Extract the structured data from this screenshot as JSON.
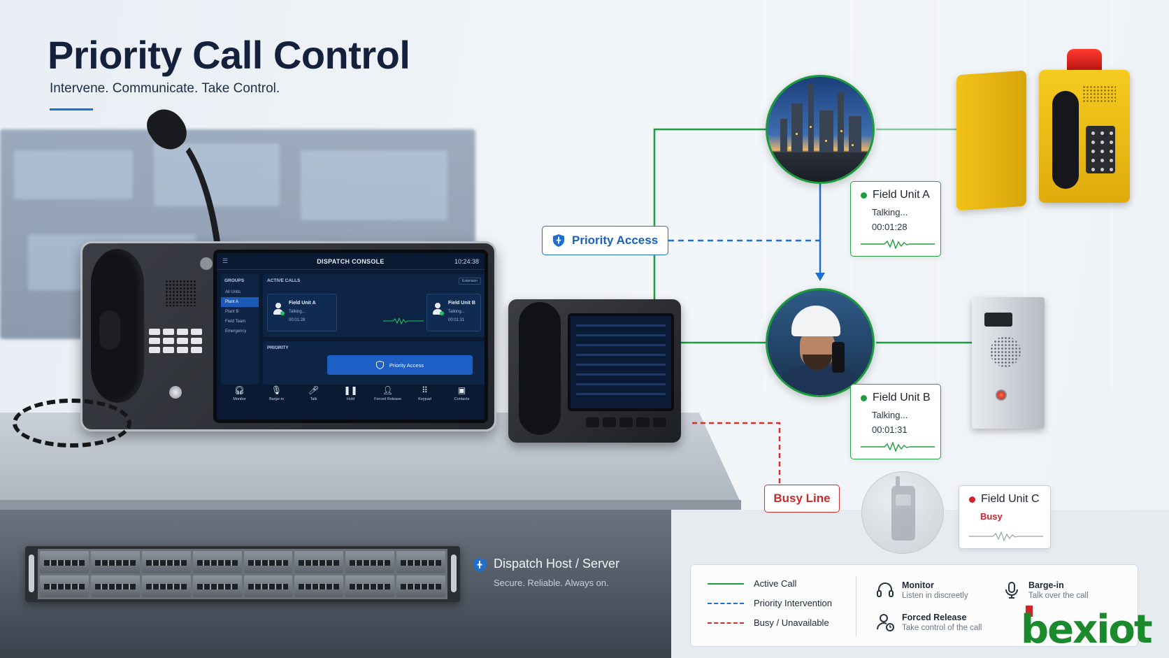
{
  "header": {
    "title": "Priority Call Control",
    "subtitle": "Intervene. Communicate. Take Control."
  },
  "console_screen": {
    "title": "DISPATCH CONSOLE",
    "clock": "10:24:38",
    "groups": {
      "heading": "GROUPS",
      "items": [
        "All Units",
        "Plant A",
        "Plant B",
        "Field Team",
        "Emergency"
      ],
      "selected": "Plant A"
    },
    "active_calls": {
      "heading": "ACTIVE CALLS",
      "button": "Extension",
      "calls": [
        {
          "name": "Field Unit A",
          "status": "Talking...",
          "time": "00:01:28"
        },
        {
          "name": "Field Unit B",
          "status": "Talking...",
          "time": "00:01:31"
        }
      ]
    },
    "priority": {
      "heading": "PRIORITY",
      "button": "Priority Access"
    },
    "toolbar": [
      {
        "label": "Monitor",
        "icon": "headset-icon"
      },
      {
        "label": "Barge-in",
        "icon": "microphone-icon"
      },
      {
        "label": "Talk",
        "icon": "microphone-icon"
      },
      {
        "label": "Hold",
        "icon": "pause-icon"
      },
      {
        "label": "Forced Release",
        "icon": "user-icon"
      },
      {
        "label": "Keypad",
        "icon": "keypad-icon"
      },
      {
        "label": "Contacts",
        "icon": "contacts-icon"
      }
    ]
  },
  "host": {
    "title": "Dispatch Host / Server",
    "subtitle": "Secure. Reliable. Always on."
  },
  "diagram": {
    "priority_access_label": "Priority Access",
    "busy_line_label": "Busy Line",
    "units": [
      {
        "name": "Field Unit A",
        "status": "Talking...",
        "time": "00:01:28",
        "state": "active"
      },
      {
        "name": "Field Unit B",
        "status": "Talking...",
        "time": "00:01:31",
        "state": "active"
      },
      {
        "name": "Field Unit C",
        "status": "Busy",
        "state": "busy"
      }
    ]
  },
  "legend": {
    "lines": [
      {
        "label": "Active Call",
        "color": "#1e9e3f",
        "style": "solid"
      },
      {
        "label": "Priority Intervention",
        "color": "#1f6fd1",
        "style": "dashed"
      },
      {
        "label": "Busy / Unavailable",
        "color": "#d32f2f",
        "style": "dashed"
      }
    ],
    "functions": [
      {
        "title": "Monitor",
        "desc": "Listen in discreetly",
        "icon": "headset-icon"
      },
      {
        "title": "Barge-in",
        "desc": "Talk over the call",
        "icon": "microphone-icon"
      },
      {
        "title": "Forced Release",
        "desc": "Take control of the call",
        "icon": "user-release-icon"
      }
    ]
  },
  "brand": {
    "name": "bexiot",
    "color": "#1a8a2c",
    "accent": "#d2232a"
  },
  "colors": {
    "active": "#1e9e3f",
    "priority": "#1f6fd1",
    "busy": "#d32f2f",
    "title": "#14213d"
  }
}
